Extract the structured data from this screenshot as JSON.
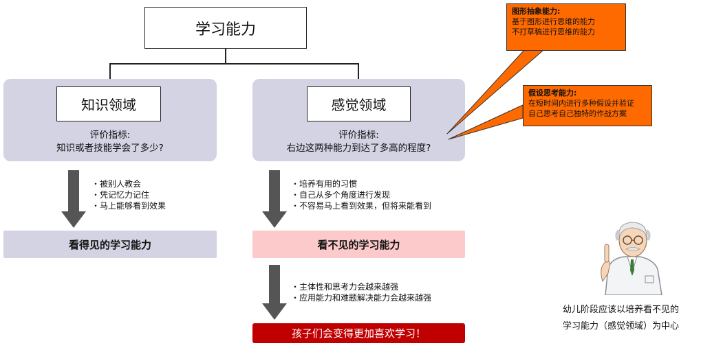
{
  "top": {
    "title": "学习能力"
  },
  "left": {
    "title": "知识领域",
    "metric_label": "评价指标:",
    "metric_question": "知识或者技能学会了多少?",
    "bullets": [
      "・被别人教会",
      "・凭记忆力记住",
      "・马上能够看到效果"
    ],
    "result": "看得见的学习能力"
  },
  "right": {
    "title": "感觉领域",
    "metric_label": "评价指标:",
    "metric_question": "右边这两种能力到达了多高的程度?",
    "bullets": [
      "・培养有用的习惯",
      "・自己从多个角度进行发现",
      "・不容易马上看到效果，但将来能看到"
    ],
    "result": "看不见的学习能力",
    "bullets2": [
      "・主体性和思考力会越来越强",
      "・应用能力和难题解决能力会越来越强"
    ],
    "final": "孩子们会变得更加喜欢学习！"
  },
  "callouts": [
    {
      "title": "图形抽象能力:",
      "lines": [
        "基于图形进行思维的能力",
        "不打草稿进行思维的能力"
      ]
    },
    {
      "title": "假设思考能力:",
      "lines": [
        "在短时间内进行多种假设并验证",
        "自己思考自己独特的作战方案"
      ]
    }
  ],
  "side_note": [
    "幼儿阶段应该以培养看不见的",
    "学习能力（感觉领域）为中心"
  ],
  "colors": {
    "panel": "#d3d3e4",
    "visible_result": "#d3d3e4",
    "invisible_result": "#fccaca",
    "final_banner": "#c00000",
    "callout": "#ff6a00",
    "arrow": "#555555"
  },
  "icons": [
    "down-arrow-icon",
    "professor-illustration-icon"
  ]
}
